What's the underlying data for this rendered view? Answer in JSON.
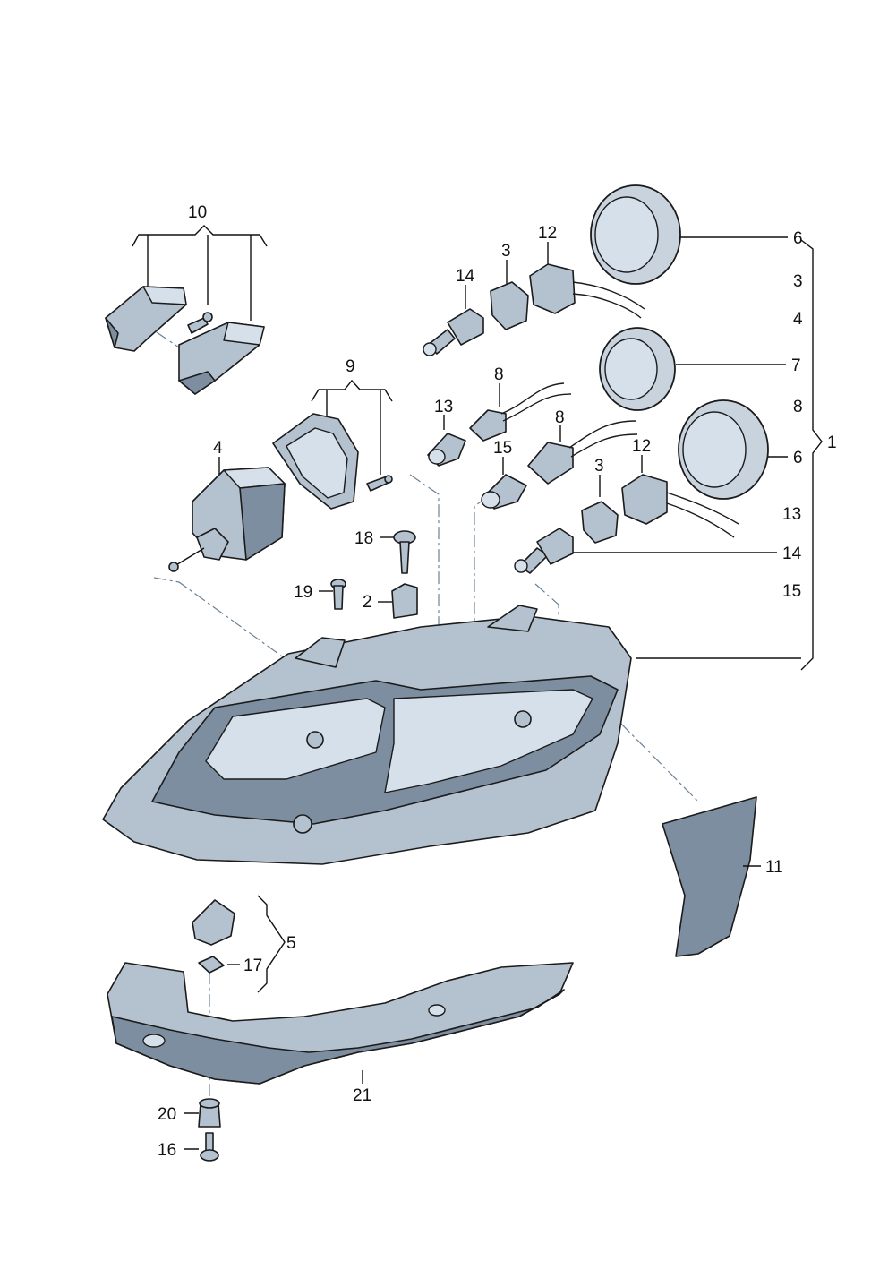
{
  "diagram": {
    "callouts": [
      {
        "id": "c1",
        "label": "1"
      },
      {
        "id": "c2",
        "label": "2"
      },
      {
        "id": "c3a",
        "label": "3"
      },
      {
        "id": "c3b",
        "label": "3"
      },
      {
        "id": "c3c",
        "label": "3"
      },
      {
        "id": "c4a",
        "label": "4"
      },
      {
        "id": "c4b",
        "label": "4"
      },
      {
        "id": "c5",
        "label": "5"
      },
      {
        "id": "c6a",
        "label": "6"
      },
      {
        "id": "c6b",
        "label": "6"
      },
      {
        "id": "c7",
        "label": "7"
      },
      {
        "id": "c8a",
        "label": "8"
      },
      {
        "id": "c8b",
        "label": "8"
      },
      {
        "id": "c8c",
        "label": "8"
      },
      {
        "id": "c9",
        "label": "9"
      },
      {
        "id": "c10",
        "label": "10"
      },
      {
        "id": "c11",
        "label": "11"
      },
      {
        "id": "c12a",
        "label": "12"
      },
      {
        "id": "c12b",
        "label": "12"
      },
      {
        "id": "c13a",
        "label": "13"
      },
      {
        "id": "c13b",
        "label": "13"
      },
      {
        "id": "c14a",
        "label": "14"
      },
      {
        "id": "c14b",
        "label": "14"
      },
      {
        "id": "c15a",
        "label": "15"
      },
      {
        "id": "c15b",
        "label": "15"
      },
      {
        "id": "c16",
        "label": "16"
      },
      {
        "id": "c17",
        "label": "17"
      },
      {
        "id": "c18",
        "label": "18"
      },
      {
        "id": "c19",
        "label": "19"
      },
      {
        "id": "c20",
        "label": "20"
      },
      {
        "id": "c21",
        "label": "21"
      }
    ]
  }
}
